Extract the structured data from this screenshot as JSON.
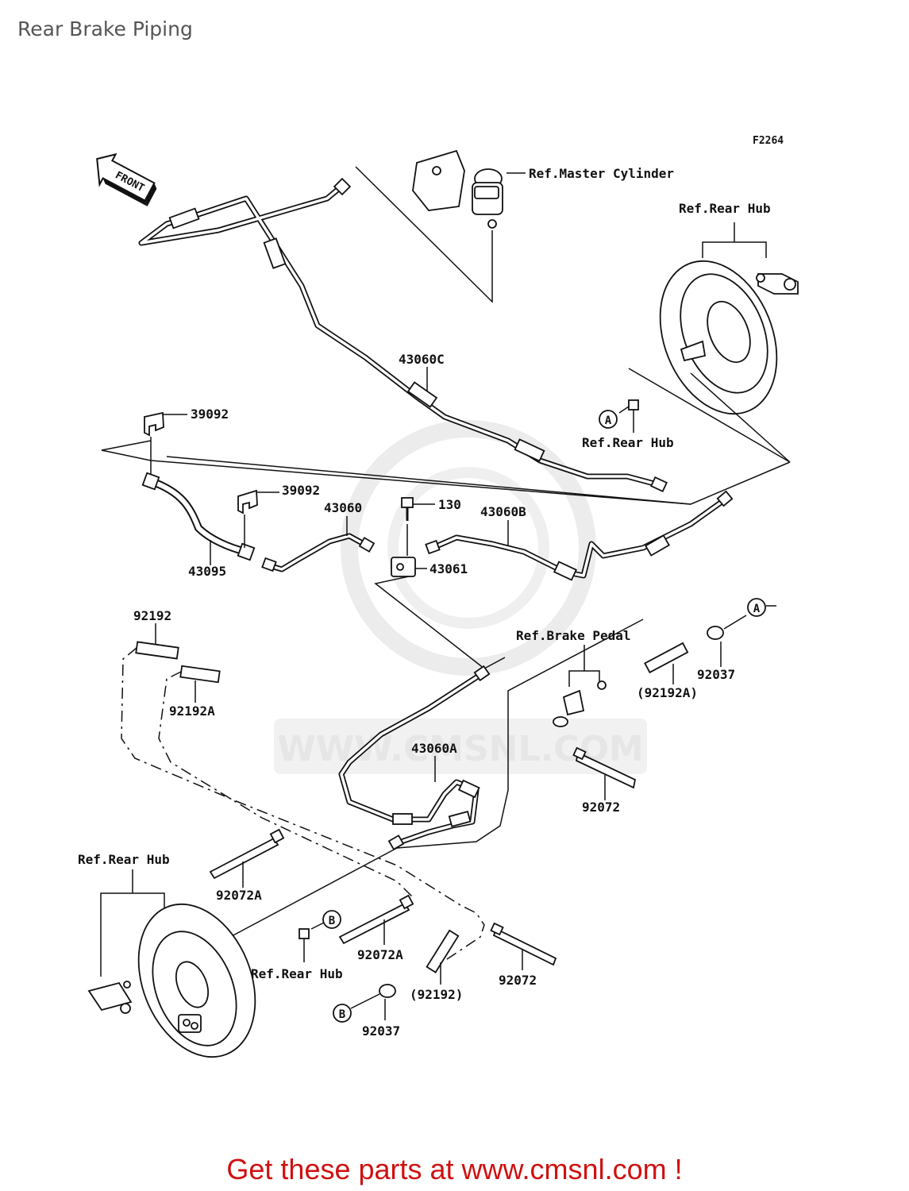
{
  "page_title": "Rear Brake Piping",
  "diagram_code": "F2264",
  "front_arrow_label": "FRONT",
  "watermark": "WWW.CMSNL.COM",
  "labels": {
    "ref_master_cylinder": "Ref.Master Cylinder",
    "ref_rear_hub_top": "Ref.Rear Hub",
    "ref_rear_hub_mid": "Ref.Rear Hub",
    "ref_rear_hub_left": "Ref.Rear Hub",
    "ref_rear_hub_bottom": "Ref.Rear Hub",
    "ref_brake_pedal": "Ref.Brake Pedal",
    "p43060C": "43060C",
    "p39092_a": "39092",
    "p39092_b": "39092",
    "p43060": "43060",
    "p130": "130",
    "p43060B": "43060B",
    "p43061": "43061",
    "p43095": "43095",
    "p92192": "92192",
    "p92192A": "92192A",
    "p92192A_paren": "(92192A)",
    "p92037_top": "92037",
    "p43060A": "43060A",
    "p92072_mid": "92072",
    "p92072A_left": "92072A",
    "p92072A_mid": "92072A",
    "p92192_paren": "(92192)",
    "p92072_bottom": "92072",
    "p92037_bottom": "92037"
  },
  "callouts": {
    "A_top": "A",
    "A_right": "A",
    "B_top": "B",
    "B_bottom": "B"
  },
  "footer_text": "Get these parts at www.cmsnl.com !",
  "colors": {
    "footer": "#d01010",
    "title": "#555555",
    "watermark": "#e6e6e6"
  }
}
